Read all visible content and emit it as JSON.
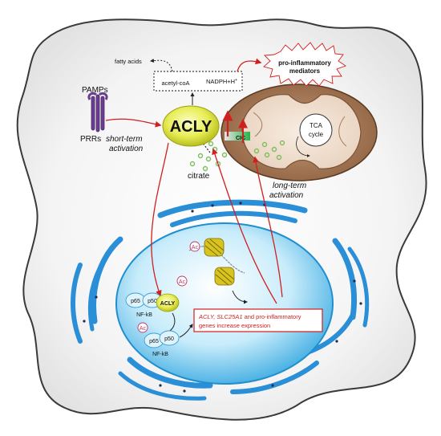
{
  "labels": {
    "pamps": "PAMPs",
    "prrs": "PRRs",
    "short_term_1": "short-term",
    "short_term_2": "activation",
    "acly_main": "ACLY",
    "acetyl_coa": "acetyl-coA",
    "nadph": "NADPH+H",
    "nadph_sup": "+",
    "fatty_acids": "fatty acids",
    "pro_inflam_1": "pro-inflammatory",
    "pro_inflam_2": "mediators",
    "tca_1": "TCA",
    "tca_2": "cycle",
    "cic": "CIC",
    "citrate": "citrate",
    "long_term_1": "long-term",
    "long_term_2": "activation",
    "p65_top": "p65",
    "p50_top": "p50",
    "nfkb_top": "NF-kB",
    "acly_small": "ACLY",
    "ac_1": "Ac",
    "ac_2": "Ac",
    "ac_3": "Ac",
    "p65_bottom": "p65",
    "p50_bottom": "p50",
    "nfkb_bottom": "NF-kB",
    "gene_box_italic": "ACLY, SLC25A1",
    "gene_box_rest": " and pro-inflammatory",
    "gene_box_line2": "genes increase expression"
  },
  "colors": {
    "red": "#d01f1f",
    "acly_yellow": "#dde43a",
    "mito_brown": "#a07452",
    "nucleus_blue": "#28a2dc",
    "er_blue": "#2a8fd6",
    "receptor_purple": "#6b3d8f",
    "citrate_green": "#7fbf5f"
  }
}
